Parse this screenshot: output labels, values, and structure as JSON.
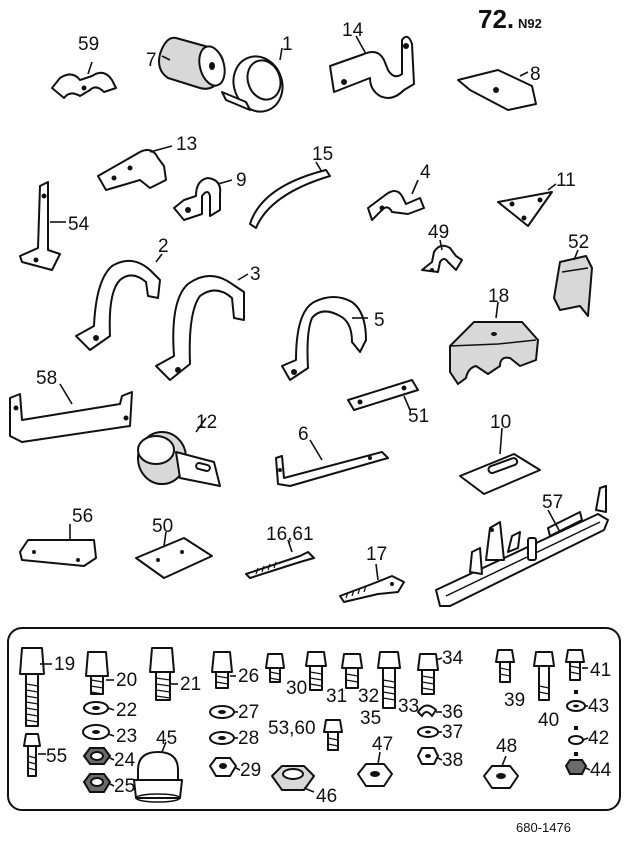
{
  "sheet": {
    "page_number": "72.",
    "page_suffix": "N92",
    "drawing_number": "680-1476"
  },
  "parts": {
    "p59": "59",
    "p7": "7",
    "p1": "1",
    "p14": "14",
    "p8": "8",
    "p13": "13",
    "p15": "15",
    "p9": "9",
    "p4": "4",
    "p11": "11",
    "p54": "54",
    "p49": "49",
    "p52": "52",
    "p2": "2",
    "p3": "3",
    "p18": "18",
    "p5": "5",
    "p58": "58",
    "p51": "51",
    "p12": "12",
    "p6": "6",
    "p10": "10",
    "p57": "57",
    "p56": "56",
    "p50": "50",
    "p16_61": "16,61",
    "p17": "17"
  },
  "fasteners": {
    "f19": "19",
    "f20": "20",
    "f21": "21",
    "f26": "26",
    "f30": "30",
    "f31": "31",
    "f32": "32",
    "f35": "35",
    "f33": "33",
    "f34": "34",
    "f36": "36",
    "f37": "37",
    "f38": "38",
    "f39": "39",
    "f40": "40",
    "f41": "41",
    "f43": "43",
    "f42": "42",
    "f44": "44",
    "f22": "22",
    "f23": "23",
    "f24": "24",
    "f25": "25",
    "f55": "55",
    "f45": "45",
    "f27": "27",
    "f28": "28",
    "f29": "29",
    "f53_60": "53,60",
    "f47": "47",
    "f46": "46",
    "f48": "48"
  }
}
